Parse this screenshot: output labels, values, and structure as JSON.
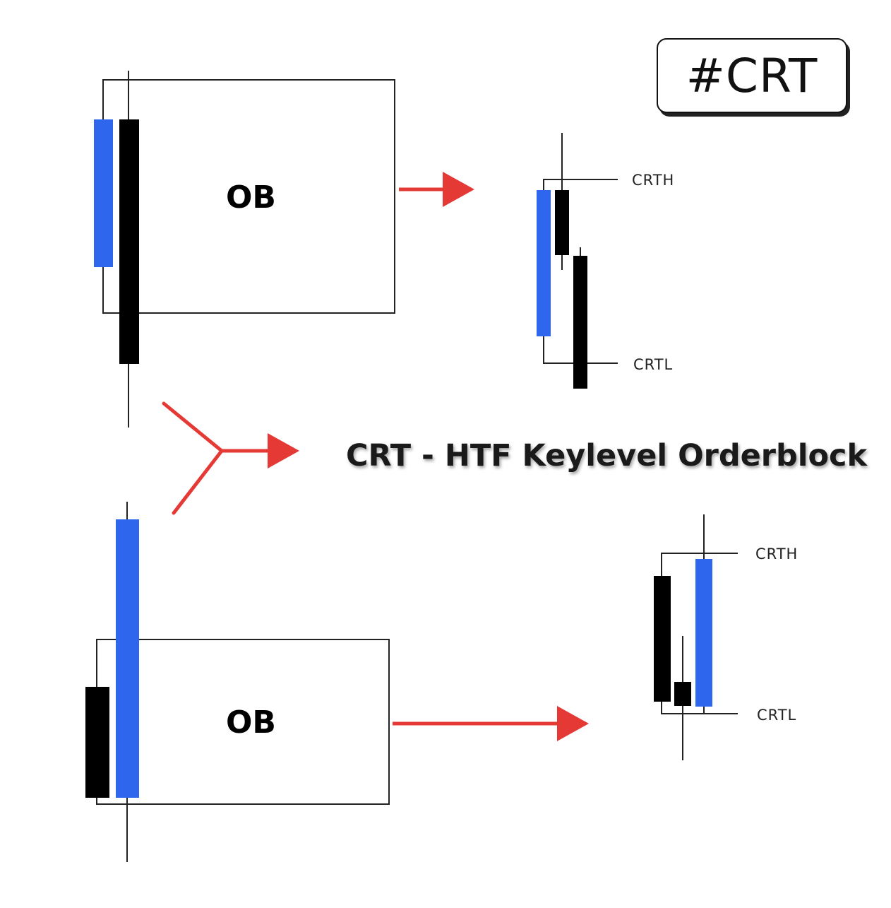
{
  "tag": "#CRT",
  "headline": "CRT - HTF Keylevel Orderblock",
  "top_panel": {
    "box_label": "OB",
    "high_label": "CRTH",
    "low_label": "CRTL"
  },
  "bottom_panel": {
    "box_label": "OB",
    "high_label": "CRTH",
    "low_label": "CRTL"
  },
  "colors": {
    "bull_candle": "#2f66ee",
    "bear_candle": "#000000",
    "arrow": "#e53935",
    "line": "#222222"
  }
}
